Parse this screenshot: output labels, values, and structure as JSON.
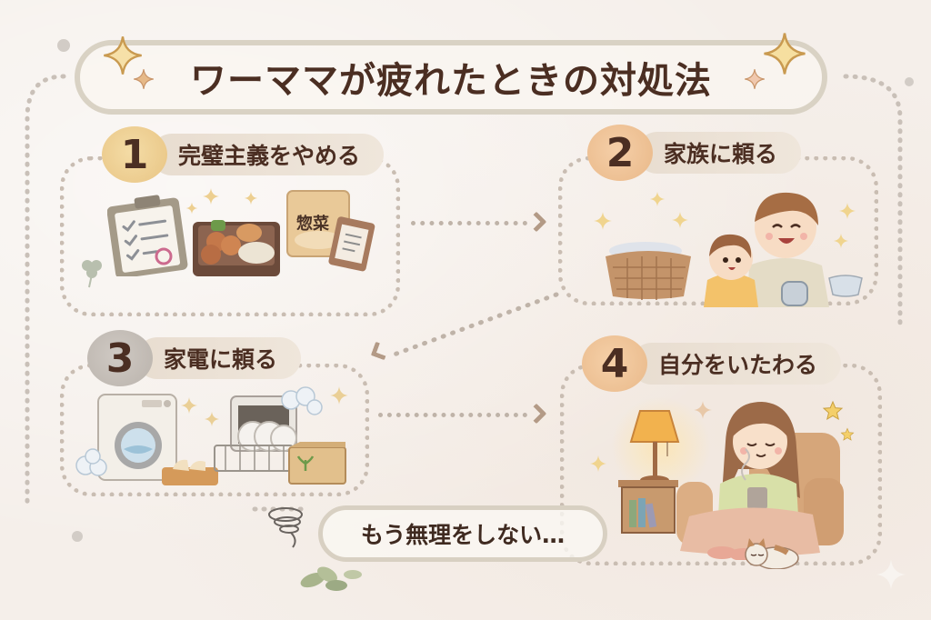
{
  "title": "ワーママが疲れたときの対処法",
  "steps": [
    {
      "number": "1",
      "label": "完璧主義をやめる",
      "illustration": [
        "checklist-clipboard",
        "bento-box",
        "prepared-food-pack",
        "recipe-card"
      ],
      "pack_label": "惣菜",
      "badge_color": "#e8c483"
    },
    {
      "number": "2",
      "label": "家族に頼る",
      "illustration": [
        "laundry-basket",
        "child",
        "father",
        "pitcher",
        "bowl"
      ],
      "badge_color": "#e9b888"
    },
    {
      "number": "3",
      "label": "家電に頼る",
      "illustration": [
        "washing-machine",
        "dishwasher",
        "bread",
        "delivery-box",
        "soap-bubbles"
      ],
      "badge_color": "#bab3ac"
    },
    {
      "number": "4",
      "label": "自分をいたわる",
      "illustration": [
        "table-lamp",
        "side-table-books",
        "woman-with-mug",
        "armchair",
        "blanket",
        "cat"
      ],
      "badge_color": "#e9b98a"
    }
  ],
  "footer_bubble": "もう無理をしない…",
  "colors": {
    "background": "#f5efea",
    "text": "#4b2e22",
    "dots": "#c9bdb2",
    "arrow": "#b39a86",
    "sparkle": "#e8c37a"
  }
}
